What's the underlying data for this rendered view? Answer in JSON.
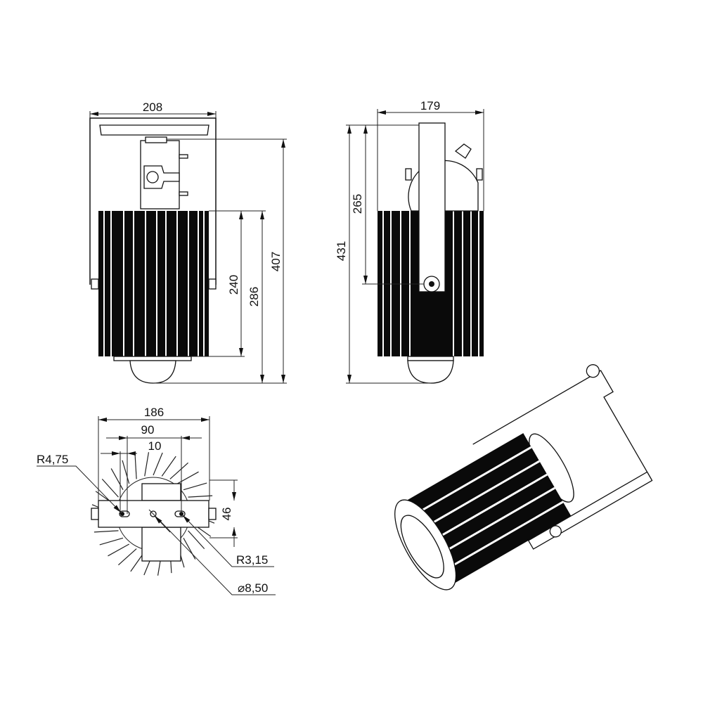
{
  "drawing": {
    "front_view": {
      "width": "208",
      "total_height": "407",
      "body_height": "286",
      "heatsink_height": "240"
    },
    "side_view": {
      "depth": "179",
      "total_height": "431",
      "pivot_height": "265"
    },
    "bottom_view": {
      "width": "186",
      "hole_spacing": "90",
      "slot_length": "10",
      "plate_width": "46",
      "radius_large": "R4,75",
      "radius_small": "R3,15",
      "diameter": "⌀8,50"
    }
  },
  "colors": {
    "line": "#111111",
    "background": "#ffffff"
  }
}
